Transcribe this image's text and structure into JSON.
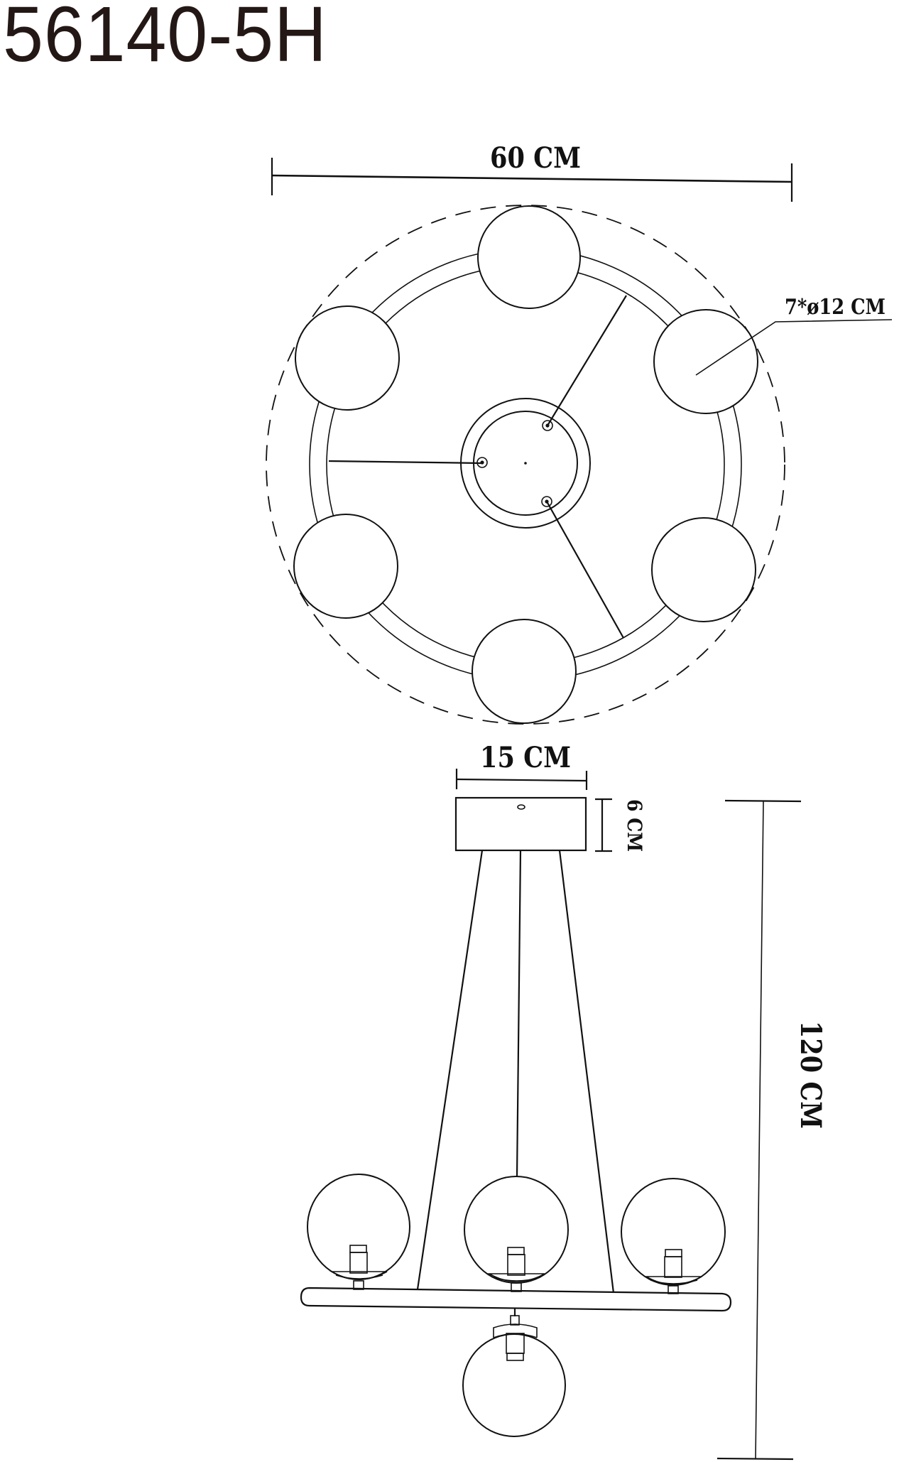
{
  "title": "56140-5H",
  "colors": {
    "ink": "#111111",
    "title_ink": "#231815",
    "background": "#ffffff"
  },
  "top_view": {
    "width_label": "60 CM",
    "bulb_label": "7*ø12 CM",
    "bulb_count_shown": 6
  },
  "side_view": {
    "canopy_width_label": "15 CM",
    "canopy_height_label": "6 CM",
    "overall_height_label": "120 CM",
    "upper_bulbs_shown": 3,
    "lower_bulbs_shown": 1
  }
}
